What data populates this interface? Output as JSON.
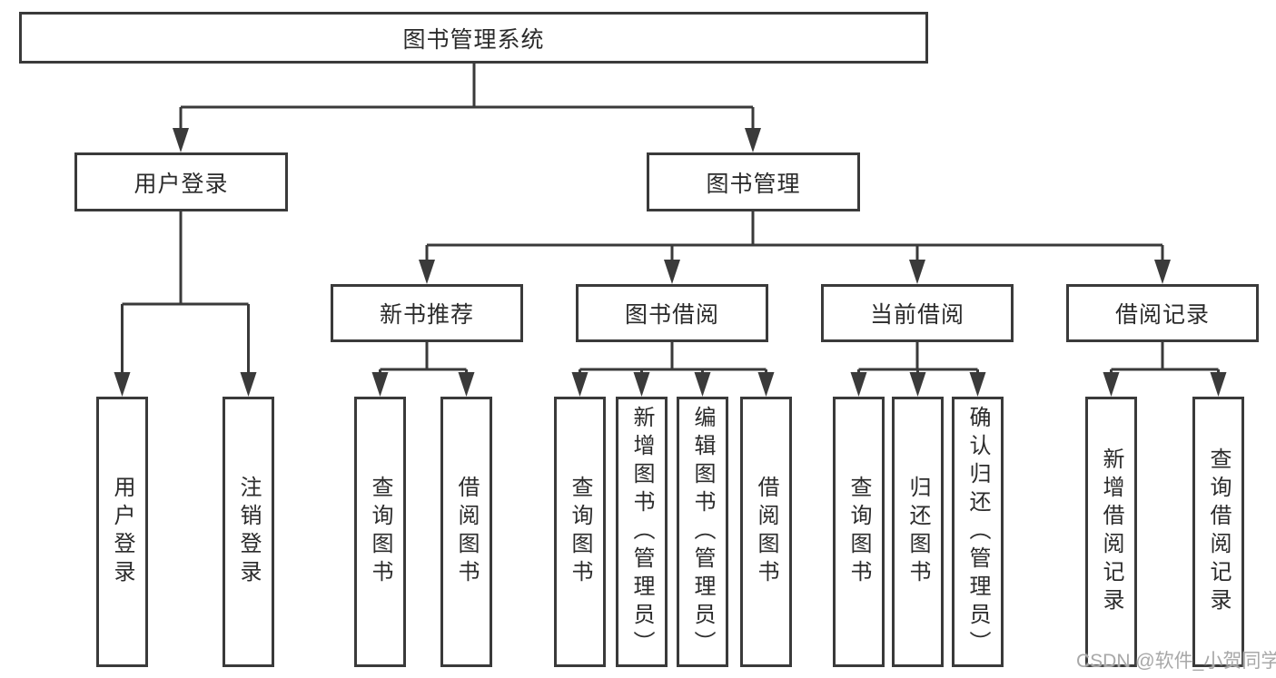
{
  "diagram": {
    "root_label": "图书管理系统",
    "level1": [
      {
        "label": "用户登录",
        "leaves": [
          "用户登录",
          "注销登录"
        ]
      },
      {
        "label": "图书管理",
        "groups": [
          {
            "label": "新书推荐",
            "leaves": [
              "查询图书",
              "借阅图书"
            ]
          },
          {
            "label": "图书借阅",
            "leaves": [
              "查询图书",
              "新增图书（管理员）",
              "编辑图书（管理员）",
              "借阅图书"
            ]
          },
          {
            "label": "当前借阅",
            "leaves": [
              "查询图书",
              "归还图书",
              "确认归还（管理员）"
            ]
          },
          {
            "label": "借阅记录",
            "leaves": [
              "新增借阅记录",
              "查询借阅记录"
            ]
          }
        ]
      }
    ],
    "line_color": "#3a3a3a",
    "box_background": "#ffffff",
    "text_color": "#2b2b2b"
  },
  "watermark": {
    "text": "CSDN @软件_小贺同学"
  }
}
